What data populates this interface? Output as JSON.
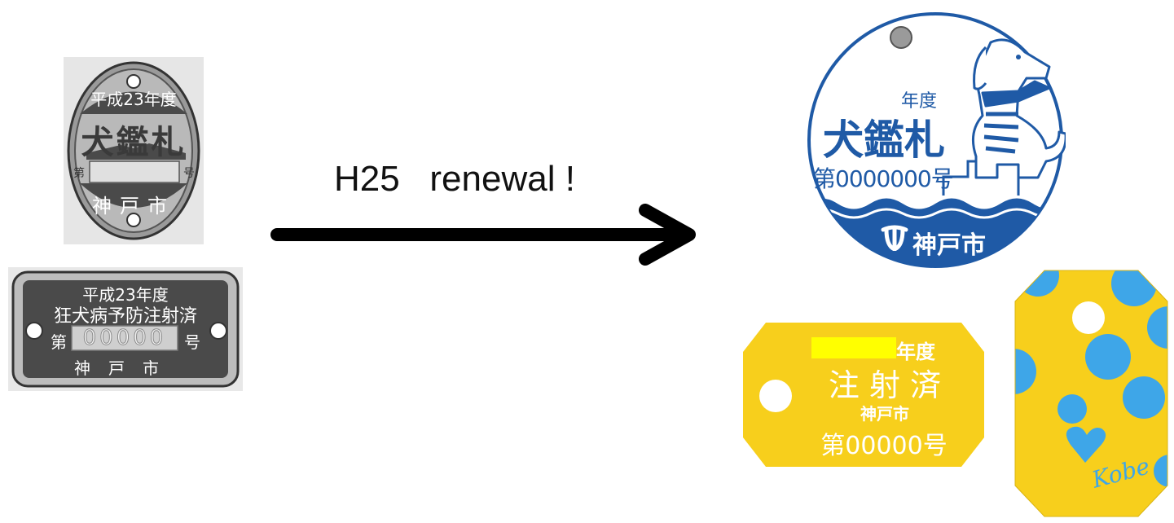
{
  "caption": "H25   renewal !",
  "old_oval_tag": {
    "year": "平成23年度",
    "title": "犬鑑札",
    "dai": "第",
    "go": "号",
    "city": "神戸市"
  },
  "old_rect_tag": {
    "year": "平成23年度",
    "title": "狂犬病予防注射済",
    "dai": "第",
    "number": "00000",
    "go": "号",
    "city": "神戸市"
  },
  "new_round_tag": {
    "year": "年度",
    "title": "犬鑑札",
    "number": "第0000000号",
    "city": "神戸市"
  },
  "new_yellow_tag": {
    "year": "年度",
    "title": "注 射 済",
    "city": "神戸市",
    "number": "第00000号"
  },
  "new_dot_tag": {
    "label": "Kobe"
  },
  "colors": {
    "blue": "#1f5aa6",
    "yellow": "#f7cf1c",
    "highlight": "#ffff00",
    "dot_blue": "#3ea6e8",
    "metal_dark": "#4a4a4a",
    "metal_light": "#bdbdbd",
    "arrow": "#000000"
  }
}
